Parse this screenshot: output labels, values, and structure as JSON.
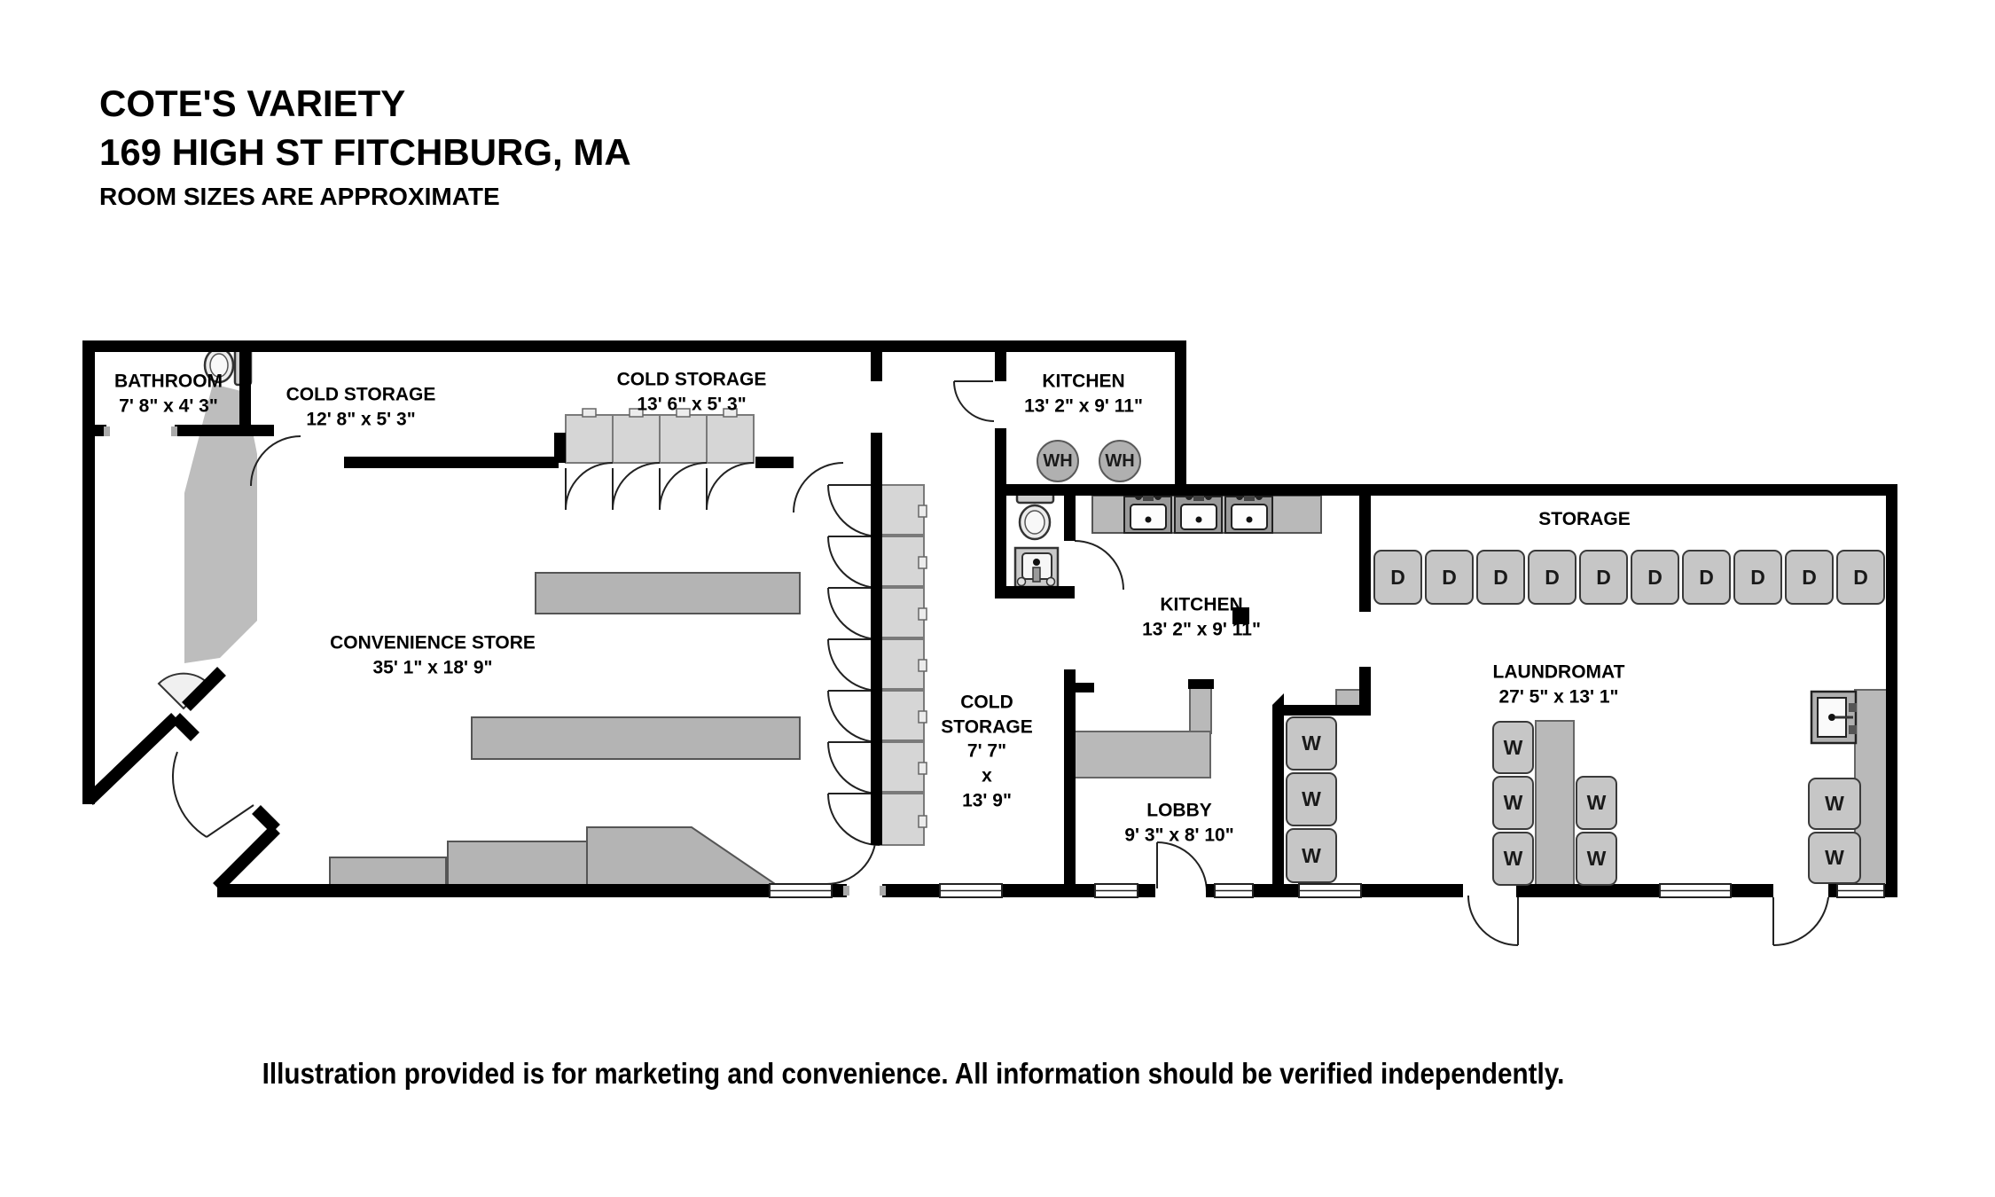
{
  "header": {
    "title": "COTE'S VARIETY",
    "address": "169 HIGH ST FITCHBURG, MA",
    "note": "ROOM SIZES ARE APPROXIMATE"
  },
  "footer": {
    "disclaimer": "Illustration provided is for marketing and convenience. All information should be verified independently."
  },
  "rooms": {
    "bathroom": {
      "lines": [
        "BATHROOM",
        "7' 8\" x 4' 3\""
      ]
    },
    "cold_storage_1": {
      "lines": [
        "COLD STORAGE",
        "12' 8\" x 5' 3\""
      ]
    },
    "cold_storage_2": {
      "lines": [
        "COLD STORAGE",
        "13' 6\" x 5' 3\""
      ]
    },
    "kitchen_upper": {
      "lines": [
        "KITCHEN",
        "13' 2\" x 9' 11\""
      ]
    },
    "kitchen_lower": {
      "lines": [
        "KITCHEN",
        "13' 2\" x 9' 11\""
      ]
    },
    "cold_storage_mid": {
      "lines": [
        "COLD",
        "STORAGE",
        "7' 7\"",
        "x",
        "13' 9\""
      ]
    },
    "storage": {
      "lines": [
        "STORAGE"
      ]
    },
    "convenience_store": {
      "lines": [
        "CONVENIENCE STORE",
        "35' 1\" x 18' 9\""
      ]
    },
    "lobby": {
      "lines": [
        "LOBBY",
        "9' 3\" x 8' 10\""
      ]
    },
    "laundromat": {
      "lines": [
        "LAUNDROMAT",
        "27' 5\" x 13' 1\""
      ]
    }
  },
  "appliances": {
    "washer_label": "W",
    "dryer_label": "D",
    "water_heater_label": "WH",
    "washer_count": 10,
    "dryer_count": 10,
    "water_heater_count": 2
  },
  "colors": {
    "wall": "#000000",
    "fixture_gray": "#b9b9b9",
    "cooler_gray": "#d6d6d6",
    "unit_gray": "#c6c6c6"
  }
}
